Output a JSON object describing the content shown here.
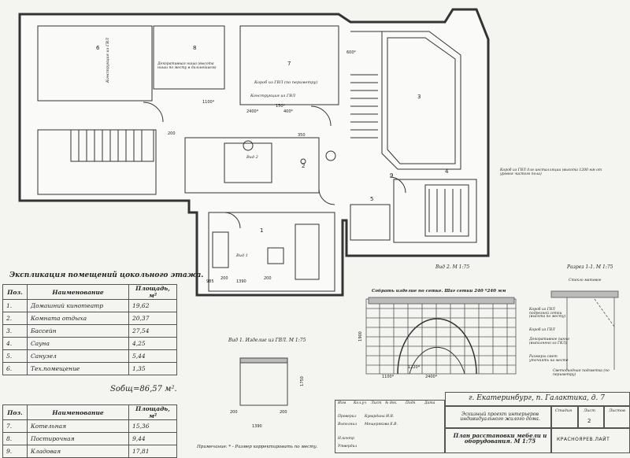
{
  "rooms": {
    "r6": "6",
    "r7": "7",
    "r8": "8",
    "r9": "9",
    "r1": "1",
    "r2": "2",
    "r3": "3",
    "r4": "4",
    "r5": "5"
  },
  "notes": {
    "decorative_niche": "Декоративная ниша (высота ниши по месту в дальнейшем)",
    "construction_gvl_left": "Конструкция из ГВЛ",
    "box_gvl": "Короб из ГВЛ (по периметру)",
    "construction_gvl_mid": "Конструкция из ГВЛ",
    "box_gvl_right": "Короб из ГВЛ для инсталляции (высота 1200 мм от уровня чистого пола)",
    "view2": "Вид 2",
    "view1": "Вид 1"
  },
  "dims": {
    "d1100a": "1100*",
    "d2400": "2400*",
    "d150": "150*",
    "d400": "400*",
    "d200v": "200",
    "d350": "350",
    "d600": "600*",
    "d985": "985",
    "d200a": "200",
    "d1390": "1390",
    "d200b": "200"
  },
  "explication1": {
    "title": "Экспликация помещений цокольного этажа.",
    "headers": [
      "Поз.",
      "Наименование",
      "Площадь, м²"
    ],
    "rows": [
      [
        "1.",
        "Домашний кинотеатр",
        "19,62"
      ],
      [
        "2.",
        "Комната отдыха",
        "20,37"
      ],
      [
        "3.",
        "Бассейн",
        "27,54"
      ],
      [
        "4.",
        "Сауна",
        "4,25"
      ],
      [
        "5.",
        "Санузел",
        "5,44"
      ],
      [
        "6.",
        "Тех.помещение",
        "1,35"
      ]
    ],
    "total": "Sобщ=86,57 м²."
  },
  "explication2": {
    "headers": [
      "Поз.",
      "Наименование",
      "Площадь, м²"
    ],
    "rows": [
      [
        "7.",
        "Котельная",
        "15,36"
      ],
      [
        "8.",
        "Постирочная",
        "9,44"
      ],
      [
        "9.",
        "Кладовая",
        "17,81"
      ]
    ]
  },
  "view2": {
    "title": "Вид 2. М 1:75",
    "subtitle": "Собрать изделие по сетке. Шаг сетки 240 *240 мм",
    "note1": "Короб из ГВЛ подрезной сетки (высота по месту)",
    "note2": "Короб из ГВЛ",
    "note3": "Декоративное панно (выполнено из ГКЛ)",
    "note4": "Размеры смет уточнять на месте",
    "dim_h": "1900",
    "dim_a": "1100*",
    "dim_b": "1220*",
    "dim_c": "2400*"
  },
  "section": {
    "title": "Разрез 1-1. М 1:75",
    "note1": "Стекло матовое",
    "note2": "Светодиодная подсветка (по периметру)"
  },
  "view1": {
    "title": "Вид 1. Изделие из ГВЛ. М 1:75",
    "dim_w": "1390",
    "dim_h": "1750",
    "dim_a": "200",
    "dim_b": "200"
  },
  "footnote": "Примечание: * - Размер корректировать по месту.",
  "stamp": {
    "address": "г. Екатеринбург, п. Галактика, д. 7",
    "project": "Эскизный проект интерьеров индивидуального жилого дома.",
    "sheet_title": "План расстановки мебели и оборудования. М 1:75",
    "stage_label": "Стадия",
    "sheet_label": "Лист",
    "sheets_label": "Листов",
    "sheet_no": "2",
    "role1": "Проверил",
    "role2": "Выполнил",
    "role3": "Н.контр",
    "role4": "Утвердил",
    "name1": "Кувардина И.В.",
    "name2": "Мещерякова Е.В.",
    "head_izm": "Изм",
    "head_kol": "Кол.уч",
    "head_list": "Лист",
    "head_doc": "№ док.",
    "head_sign": "Подп",
    "head_date": "Дата",
    "company": "КРАСНОЯРЕВ.ЛАЙТ"
  }
}
